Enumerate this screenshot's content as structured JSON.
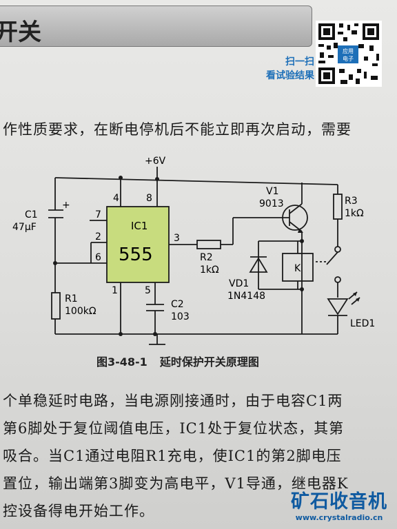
{
  "header": {
    "title": "开关"
  },
  "qr_block": {
    "scan_line1": "扫一扫",
    "scan_line2": "看试验结果",
    "badge": "应用电子"
  },
  "body_top": "作性质要求，在断电停机后不能立即再次启动，需要",
  "circuit": {
    "supply": "+6V",
    "ic_name": "IC1",
    "ic_type": "555",
    "pins": {
      "p4": "4",
      "p8": "8",
      "p7": "7",
      "p2": "2",
      "p6": "6",
      "p3": "3",
      "p1": "1",
      "p5": "5"
    },
    "c1": {
      "name": "C1",
      "value": "47μF",
      "polarity": "+"
    },
    "r1": {
      "name": "R1",
      "value": "100kΩ"
    },
    "c2": {
      "name": "C2",
      "value": "103"
    },
    "r2": {
      "name": "R2",
      "value": "1kΩ"
    },
    "v1": {
      "name": "V1",
      "value": "9013"
    },
    "r3": {
      "name": "R3",
      "value": "1kΩ"
    },
    "vd1": {
      "name": "VD1",
      "value": "1N4148"
    },
    "k": {
      "name": "K"
    },
    "led": {
      "name": "LED1"
    }
  },
  "caption": {
    "figure": "图3-48-1",
    "title": "延时保护开关原理图"
  },
  "body_bottom": [
    "个单稳延时电路，当电源刚接通时，由于电容C1两",
    "第6脚处于复位阈值电压，IC1处于复位状态，其第",
    "吸合。当C1通过电阻R1充电，使IC1的第2脚电压",
    "置位，输出端第3脚变为高电平，V1导通，继电器K",
    "控设备得电开始工作。"
  ],
  "watermark": {
    "name": "矿石收音机",
    "url": "www.crystalradio.cn"
  }
}
